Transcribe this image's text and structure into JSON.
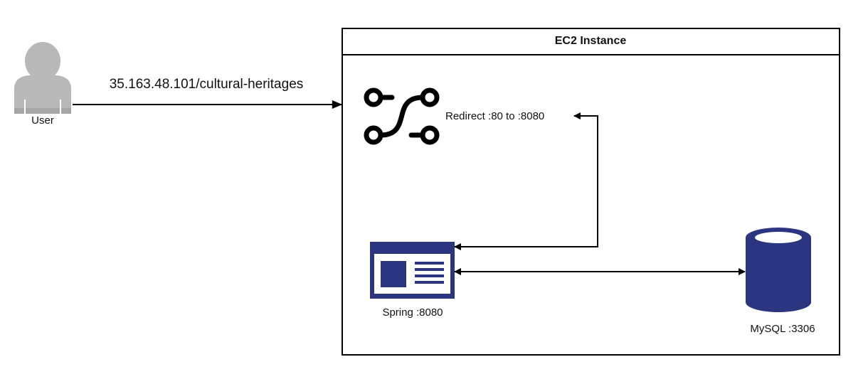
{
  "diagram": {
    "user": {
      "label": "User",
      "icon": "user-icon"
    },
    "request_url": "35.163.48.101/cultural-heritages",
    "ec2": {
      "title": "EC2 Instance"
    },
    "redirect": {
      "label": "Redirect :80 to :8080",
      "icon": "redirect-icon"
    },
    "spring": {
      "label": "Spring :8080",
      "icon": "spring-app-icon"
    },
    "mysql": {
      "label": "MySQL :3306",
      "icon": "database-icon"
    },
    "colors": {
      "node_fill": "#2b3580",
      "user_fill": "#b8b8b8",
      "line": "#000000"
    }
  }
}
